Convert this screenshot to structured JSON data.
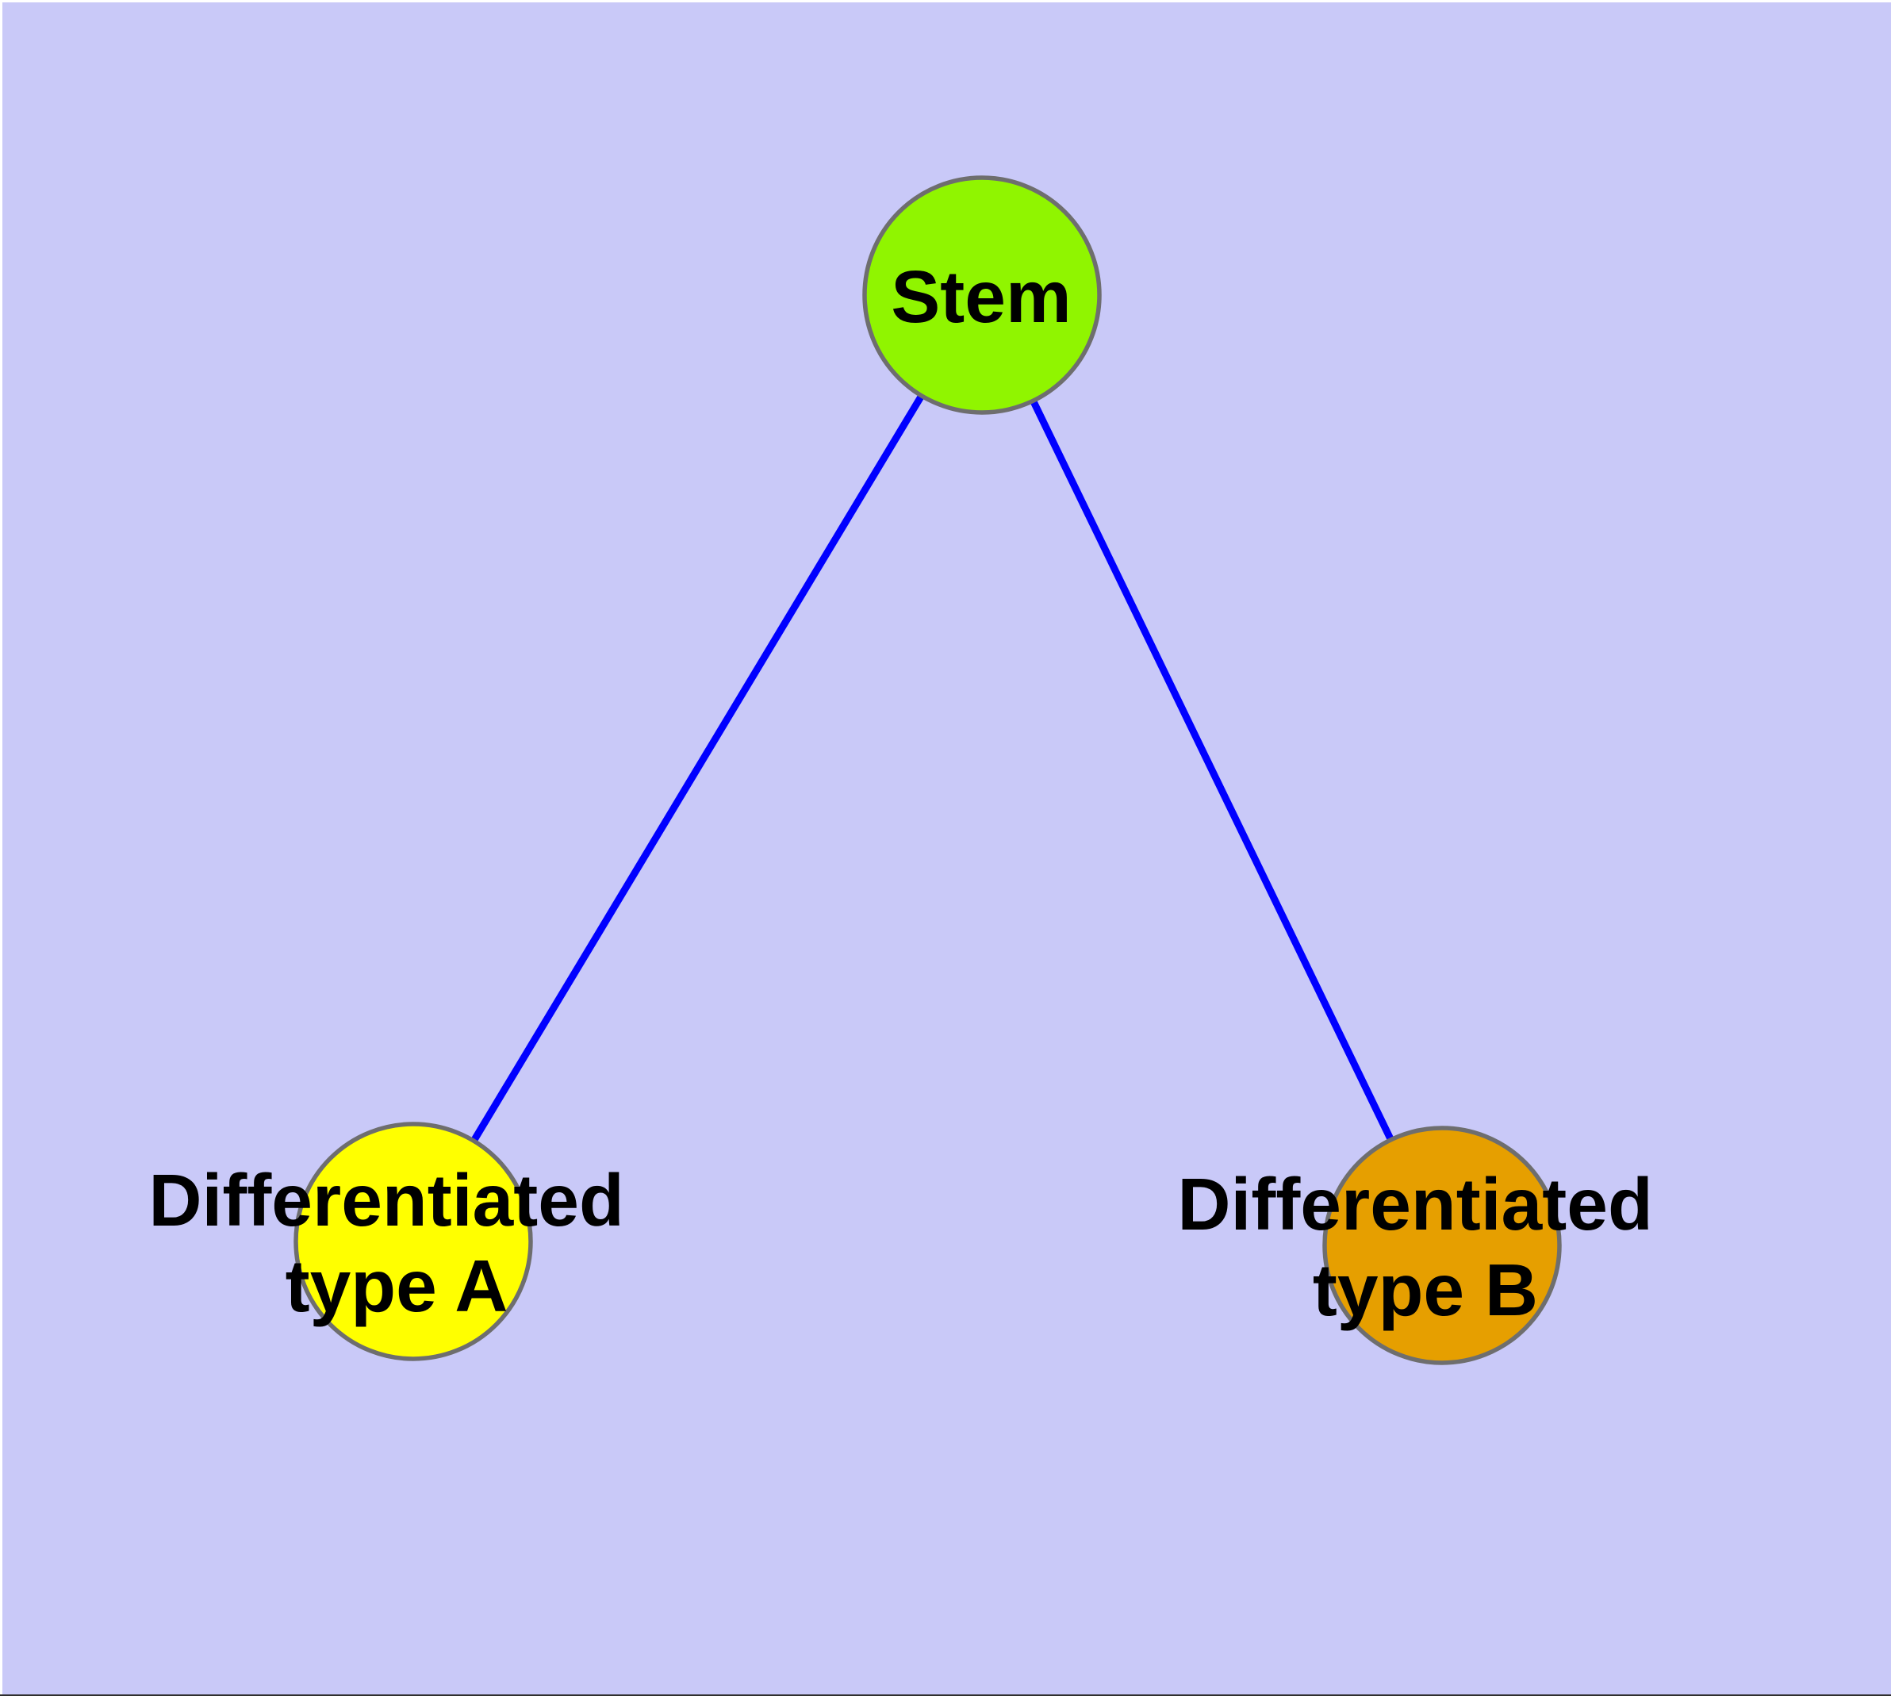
{
  "diagram": {
    "type": "node-link-diagram",
    "description": "Stem cell differentiation tree: one stem node connected to two differentiated cell type nodes",
    "page_background_color": "#FFFFFF",
    "background_color": "#C9C9F8",
    "bottom_edge_line_color": "#2F2F2F",
    "node_border_color": "#6E6E6E",
    "edge_color": "#0000FF",
    "label_color": "#000000",
    "nodes": [
      {
        "id": "stem",
        "label": "Stem",
        "fill_color": "#90F500"
      },
      {
        "id": "differentiated-type-a",
        "label_line1": "Differentiated",
        "label_line2": "type A",
        "fill_color": "#FFFF00"
      },
      {
        "id": "differentiated-type-b",
        "label_line1": "Differentiated",
        "label_line2": "type B",
        "fill_color": "#E69F00"
      }
    ],
    "edges": [
      {
        "from": "stem",
        "to": "differentiated-type-a"
      },
      {
        "from": "stem",
        "to": "differentiated-type-b"
      }
    ]
  }
}
